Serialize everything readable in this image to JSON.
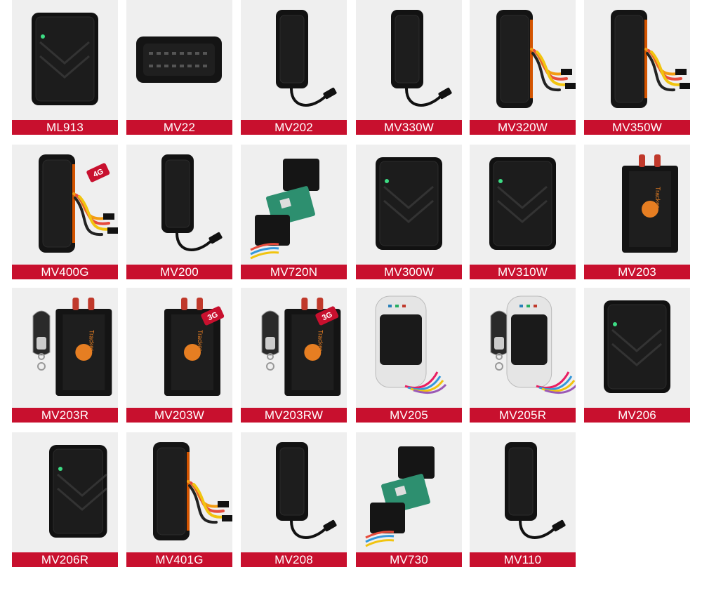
{
  "colors": {
    "label_bg": "#c8102e",
    "label_text": "#ffffff",
    "card_bg": "#efefef"
  },
  "products": [
    {
      "model": "ML913",
      "shape": "box"
    },
    {
      "model": "MV22",
      "shape": "obd"
    },
    {
      "model": "MV202",
      "shape": "slim"
    },
    {
      "model": "MV330W",
      "shape": "slim"
    },
    {
      "model": "MV320W",
      "shape": "slim-wires"
    },
    {
      "model": "MV350W",
      "shape": "slim-wires"
    },
    {
      "model": "MV400G",
      "shape": "slim-wires",
      "badge": "4G"
    },
    {
      "model": "MV200",
      "shape": "slim"
    },
    {
      "model": "MV720N",
      "shape": "relay"
    },
    {
      "model": "MV300W",
      "shape": "box"
    },
    {
      "model": "MV310W",
      "shape": "box"
    },
    {
      "model": "MV203",
      "shape": "tracker"
    },
    {
      "model": "MV203R",
      "shape": "tracker",
      "remote": true
    },
    {
      "model": "MV203W",
      "shape": "tracker",
      "badge": "3G"
    },
    {
      "model": "MV203RW",
      "shape": "tracker",
      "remote": true,
      "badge": "3G"
    },
    {
      "model": "MV205",
      "shape": "shell"
    },
    {
      "model": "MV205R",
      "shape": "shell",
      "remote": true
    },
    {
      "model": "MV206",
      "shape": "box"
    },
    {
      "model": "MV206R",
      "shape": "box",
      "remote": true
    },
    {
      "model": "MV401G",
      "shape": "slim-wires"
    },
    {
      "model": "MV208",
      "shape": "slim"
    },
    {
      "model": "MV730",
      "shape": "relay"
    },
    {
      "model": "MV110",
      "shape": "slim"
    }
  ]
}
